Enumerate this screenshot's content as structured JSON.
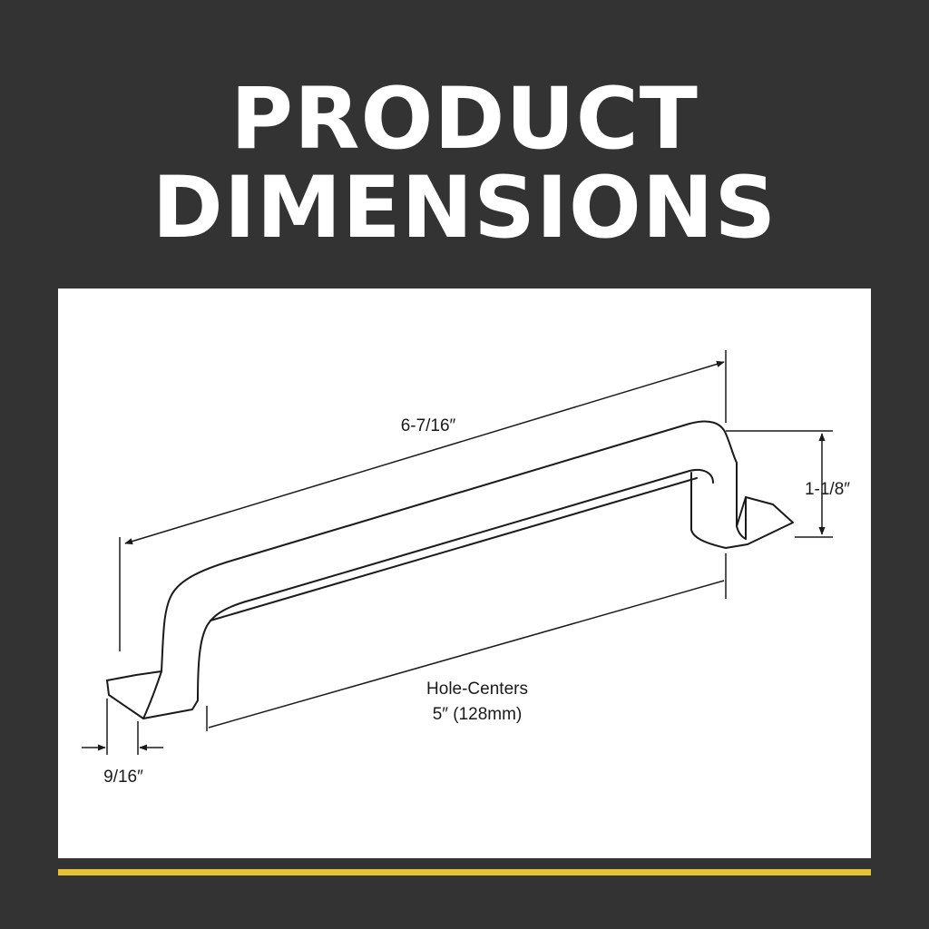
{
  "header": {
    "title_line1": "PRODUCT",
    "title_line2": "DIMENSIONS"
  },
  "diagram": {
    "overall_length": "6-7/16″",
    "height": "1-1/8″",
    "hole_centers_label": "Hole-Centers",
    "hole_centers_value": "5″ (128mm)",
    "foot_width": "9/16″"
  },
  "colors": {
    "background": "#333333",
    "panel": "#ffffff",
    "accent": "#e6c235",
    "line": "#1a1a1a"
  }
}
